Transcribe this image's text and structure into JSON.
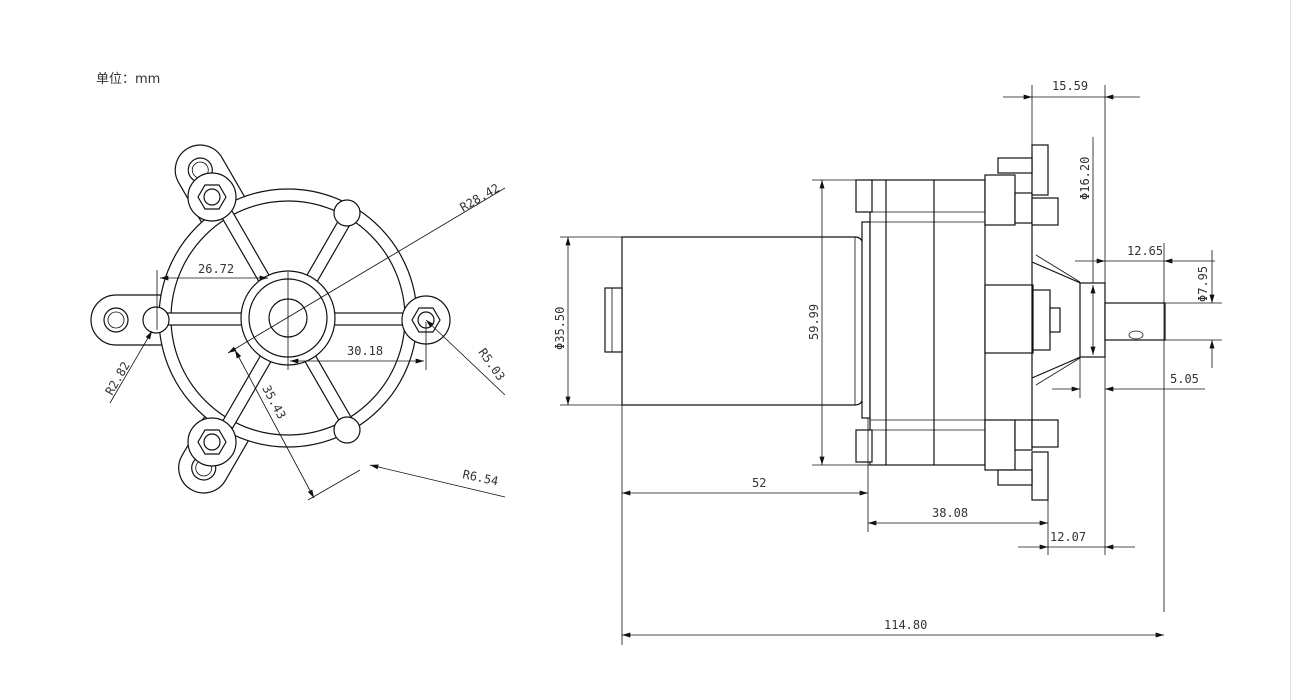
{
  "unit_label": "单位：mm",
  "front_view": {
    "dims": {
      "outer_radius": "R28.42",
      "left_offset": "26.72",
      "right_offset": "30.18",
      "nut_radius": "R5.03",
      "pin_radius": "R2.82",
      "diagonal": "35.43",
      "ear_radius": "R6.54"
    }
  },
  "side_view": {
    "dims": {
      "flange_width": "15.59",
      "boss_diameter": "Φ16.20",
      "shaft_length": "12.65",
      "shaft_diameter": "Φ7.95",
      "boss_length": "5.05",
      "motor_diameter": "Φ35.50",
      "gearbox_height": "59.99",
      "motor_length": "52",
      "gearbox_length": "38.08",
      "flange_offset": "12.07",
      "total_length": "114.80"
    }
  }
}
